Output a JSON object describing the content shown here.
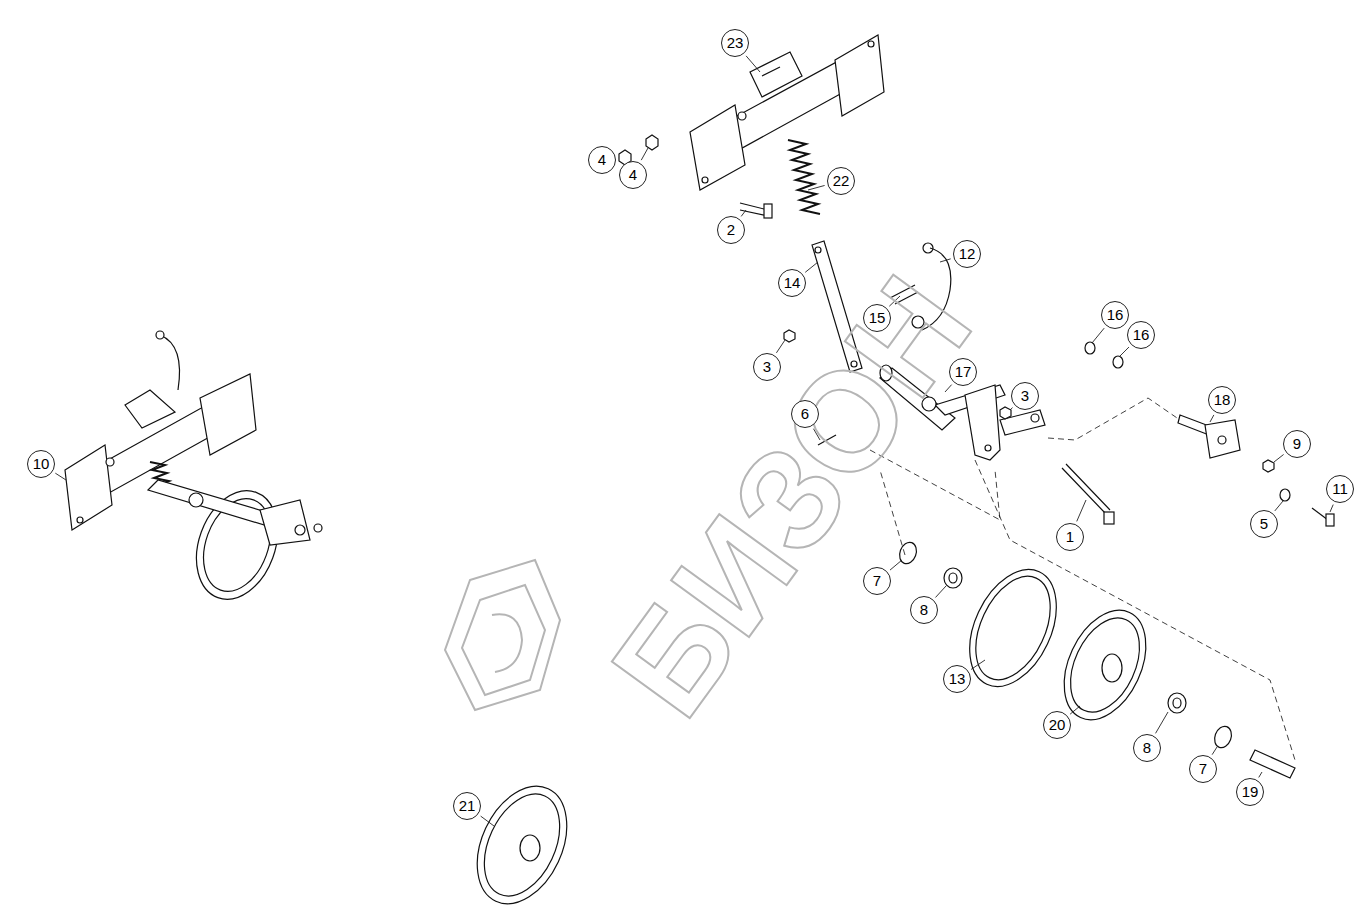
{
  "diagram": {
    "labels": [
      "23",
      "4",
      "4",
      "2",
      "22",
      "12",
      "14",
      "15",
      "16",
      "16",
      "3",
      "17",
      "3",
      "6",
      "18",
      "9",
      "11",
      "5",
      "1",
      "10",
      "7",
      "8",
      "13",
      "20",
      "8",
      "7",
      "19",
      "21",
      "БИЗОН"
    ]
  }
}
